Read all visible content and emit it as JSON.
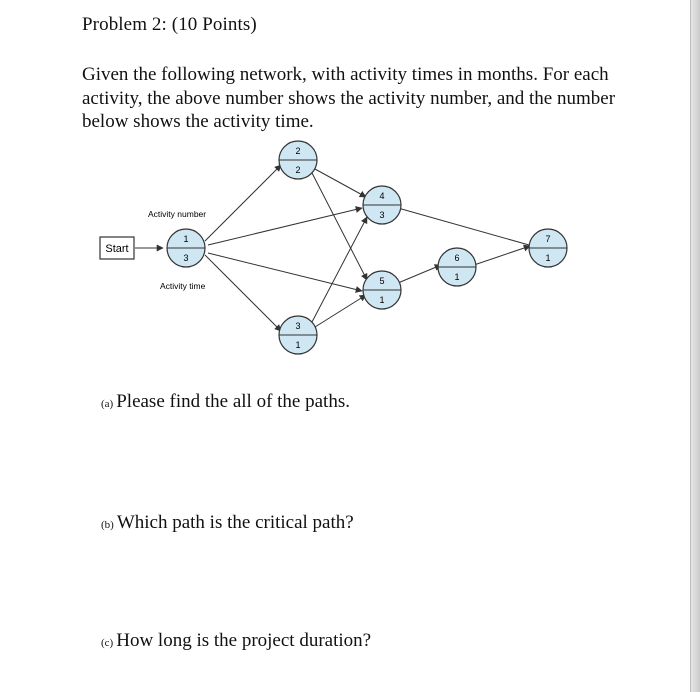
{
  "problem": {
    "title": "Problem 2: (10 Points)",
    "intro": "Given the following network, with activity times in months. For each activity, the above number shows the activity number, and the number below shows the activity time."
  },
  "diagram": {
    "start_label": "Start",
    "annotation_number": "Activity number",
    "annotation_time": "Activity time",
    "nodes": [
      {
        "number": "1",
        "time": "3"
      },
      {
        "number": "2",
        "time": "2"
      },
      {
        "number": "3",
        "time": "1"
      },
      {
        "number": "4",
        "time": "3"
      },
      {
        "number": "5",
        "time": "1"
      },
      {
        "number": "6",
        "time": "1"
      },
      {
        "number": "7",
        "time": "1"
      }
    ],
    "node_fill": "#cfe6f3",
    "line_color": "#333333"
  },
  "questions": [
    {
      "label": "(a)",
      "text": "Please find the all of the paths."
    },
    {
      "label": "(b)",
      "text": "Which path is the critical path?"
    },
    {
      "label": "(c)",
      "text": "How long is the project duration?"
    }
  ]
}
